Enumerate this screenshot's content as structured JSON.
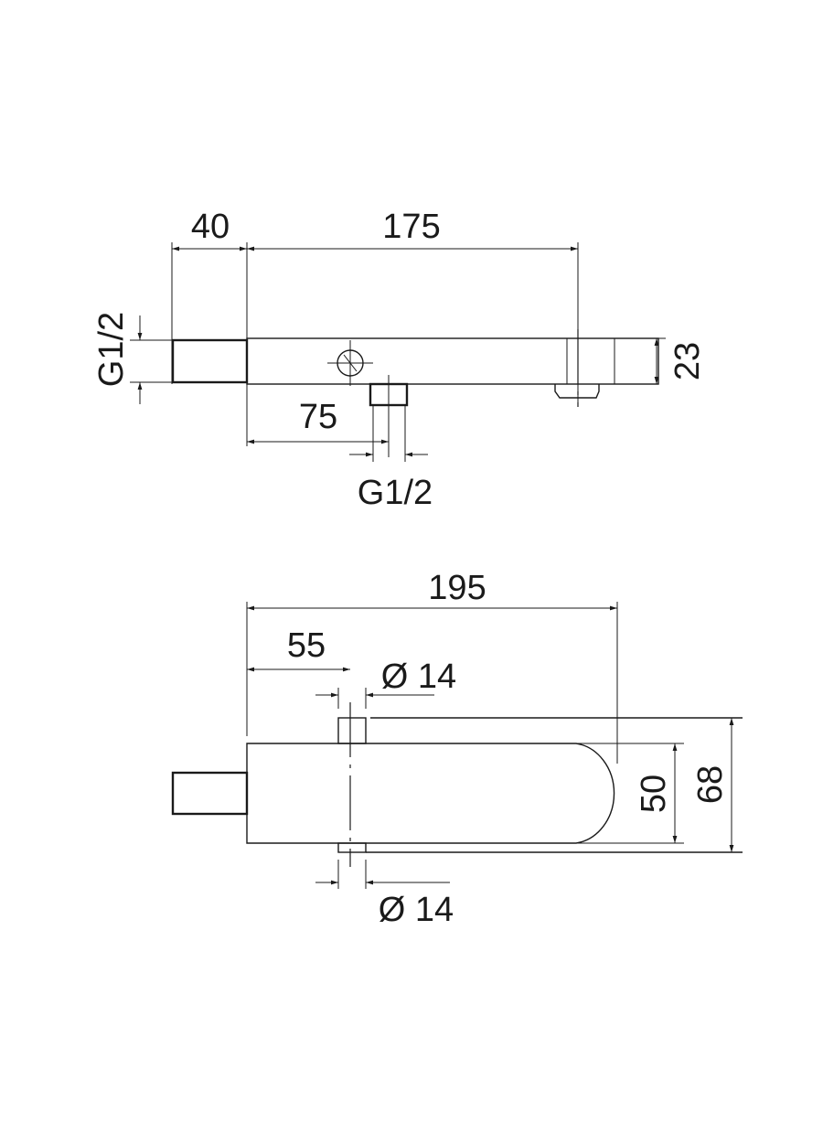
{
  "top_view": {
    "dim_stub_length": "40",
    "dim_body_length": "175",
    "dim_left_thread": "G1/2",
    "dim_outlet_offset": "75",
    "dim_bottom_thread": "G1/2",
    "dim_height": "23"
  },
  "side_view": {
    "dim_total_length": "195",
    "dim_pin_offset": "55",
    "dim_top_pin_diameter": "Ø 14",
    "dim_bottom_pin_diameter": "Ø 14",
    "dim_body_width": "50",
    "dim_overall_width": "68"
  }
}
